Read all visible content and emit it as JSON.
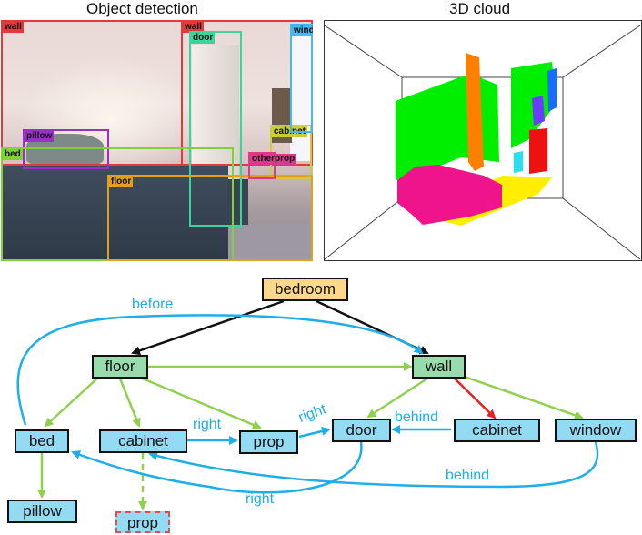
{
  "panels": {
    "left_title": "Object detection",
    "right_title": "3D cloud"
  },
  "detections": [
    {
      "label": "wall",
      "color": "#e23a3a"
    },
    {
      "label": "wall",
      "color": "#e23a3a"
    },
    {
      "label": "door",
      "color": "#3ad59a"
    },
    {
      "label": "cabinet",
      "color": "#c9ce3a"
    },
    {
      "label": "window",
      "color": "#48b6f0"
    },
    {
      "label": "pillow",
      "color": "#9b30c9"
    },
    {
      "label": "bed",
      "color": "#7fd13a"
    },
    {
      "label": "floor",
      "color": "#e0a020"
    },
    {
      "label": "otherprop",
      "color": "#e0368c"
    }
  ],
  "cloud_colors": {
    "green": "#00ee00",
    "orange": "#ff7f00",
    "magenta": "#f0148c",
    "yellow": "#ffee00",
    "blue": "#1a6cff",
    "red": "#ee1111",
    "cyan": "#25e0ee",
    "purple": "#6a3cff"
  },
  "graph": {
    "colors": {
      "root_fill": "#fcd98a",
      "mid_fill": "#97dcab",
      "leaf_fill": "#92dbf3",
      "hierarchy_edge": "#8fd14f",
      "spatial_edge": "#1eaeea",
      "root_edge": "#111111",
      "highlight_edge": "#e82020",
      "dashed_border": "#e05050"
    },
    "nodes": {
      "bedroom": "bedroom",
      "floor": "floor",
      "wall": "wall",
      "bed": "bed",
      "cabinet_left": "cabinet",
      "prop_mid": "prop",
      "door": "door",
      "cabinet_right": "cabinet",
      "window": "window",
      "pillow": "pillow",
      "prop_bottom": "prop"
    },
    "edge_labels": {
      "before": "before",
      "right_cabinet_prop": "right",
      "right_prop_door": "right",
      "behind_cabinet_door": "behind",
      "behind_window_cabinet": "behind",
      "right_door_bed": "right"
    }
  }
}
